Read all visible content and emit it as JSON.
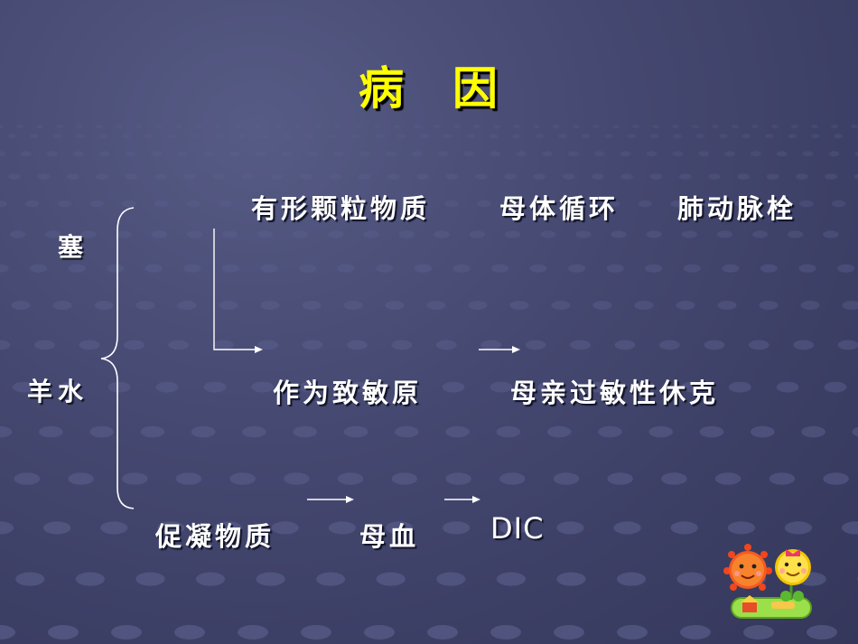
{
  "title": "病　因",
  "left_labels": {
    "top": "塞",
    "bottom": "羊水"
  },
  "row1": {
    "a": "有形颗粒物质",
    "b": "母体循环",
    "c": "肺动脉栓"
  },
  "row2": {
    "a": "作为致敏原",
    "b": "母亲过敏性休克"
  },
  "row3": {
    "a": "促凝物质",
    "b": "母血",
    "c": "DIC"
  },
  "colors": {
    "background": "#44476f",
    "title": "#ffff00",
    "text": "#ffffff",
    "dots": "#5d6290"
  },
  "icons": {
    "decor": "sun-sunflower-mascot-icon"
  }
}
